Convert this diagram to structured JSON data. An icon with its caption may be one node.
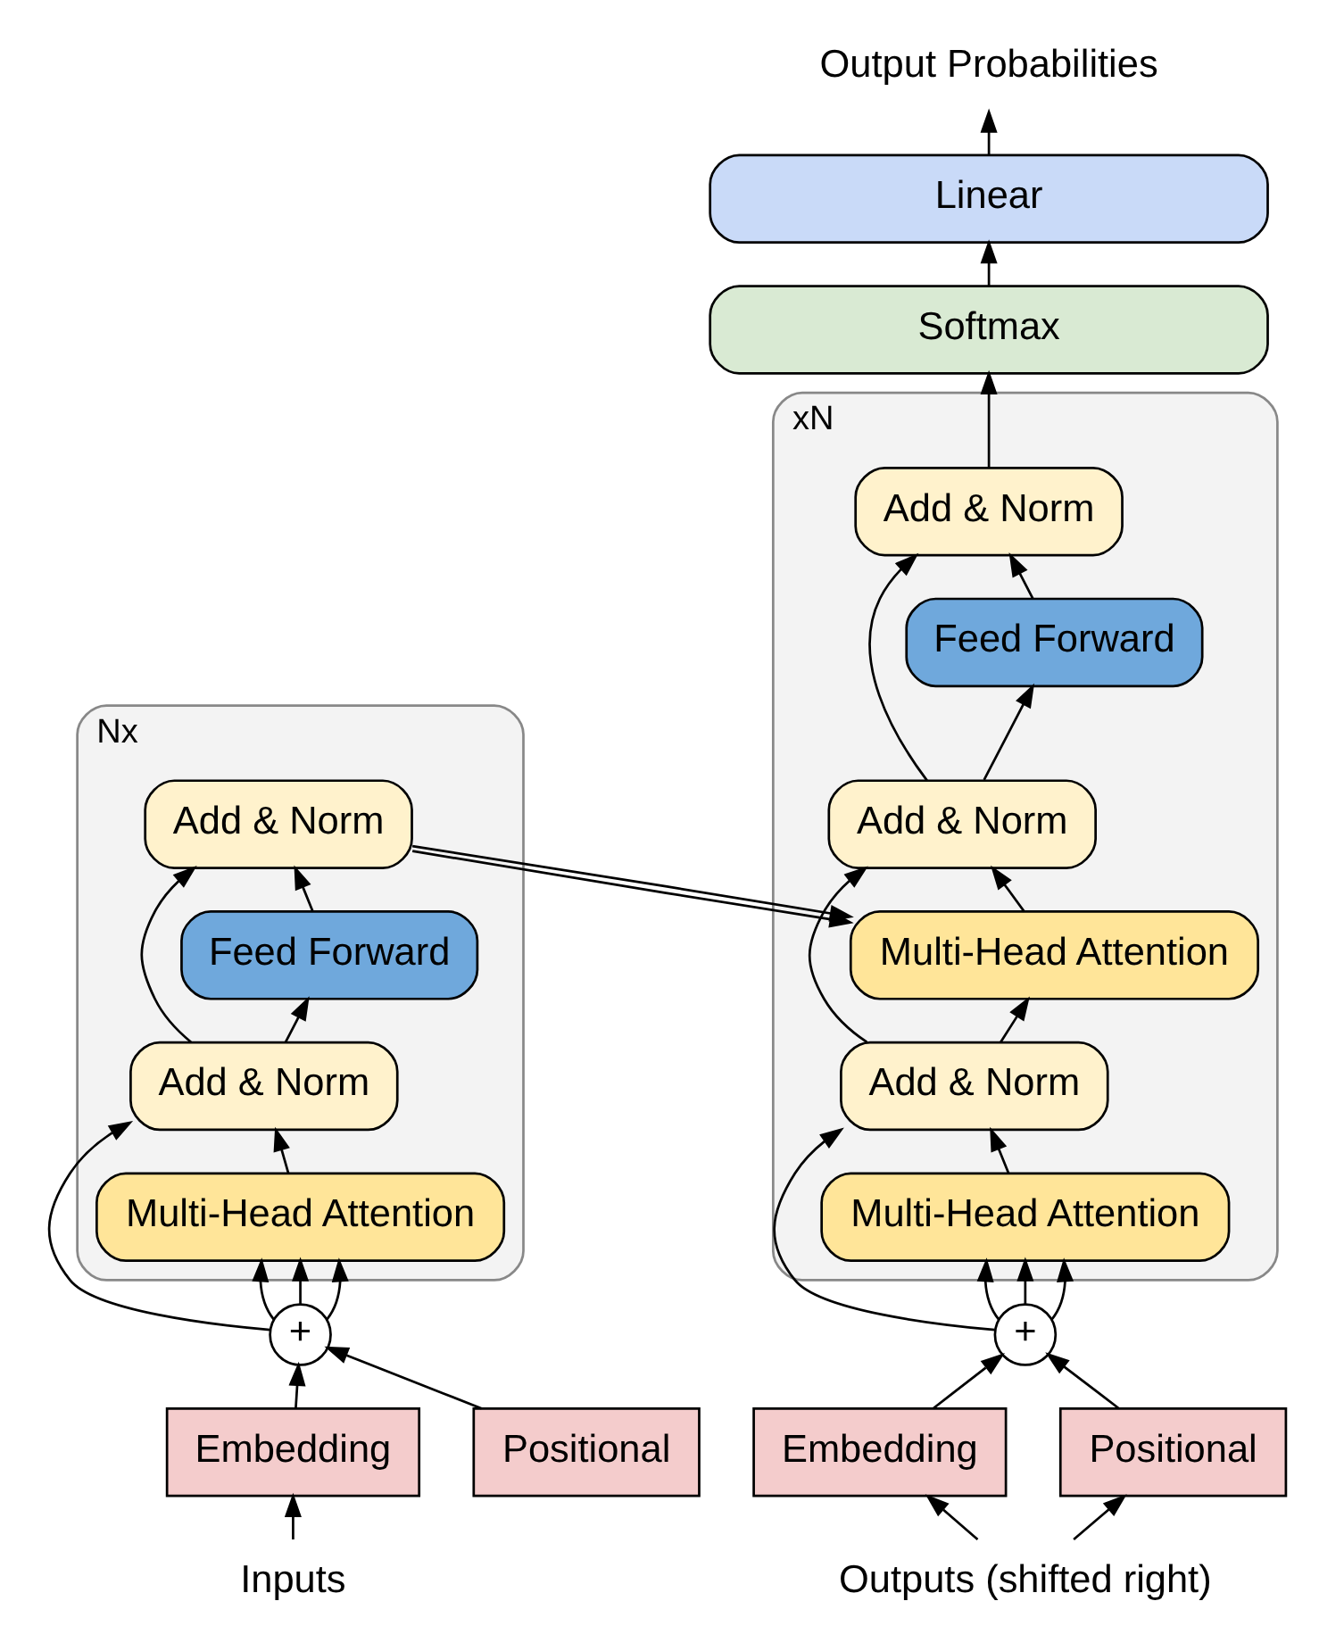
{
  "diagram": {
    "nodes": [
      {
        "text": [],
        "shape": "box",
        "beside": [
          "Nx"
        ]
      },
      {
        "text": [
          "Add & Norm"
        ],
        "in": 0
      },
      {
        "text": [
          "Feed Forward"
        ],
        "in": 0
      },
      {
        "text": [
          "Add & Norm"
        ],
        "in": 0
      },
      {
        "text": [
          "Multi-Head Attention"
        ],
        "in": 0
      },
      {
        "text": [
          "+"
        ]
      },
      {
        "text": [
          "Embedding"
        ]
      },
      {
        "text": [
          "Positional"
        ]
      },
      {
        "text": [
          "Inputs"
        ]
      },
      {
        "text": [
          "Output Probabilities"
        ]
      },
      {
        "text": [
          "Linear"
        ]
      },
      {
        "text": [
          "Softmax"
        ]
      },
      {
        "text": [],
        "shape": "box",
        "beside": [
          "xN"
        ]
      },
      {
        "text": [
          "Add & Norm"
        ],
        "in": 12
      },
      {
        "text": [
          "Feed Forward"
        ],
        "in": 12
      },
      {
        "text": [
          "Add & Norm"
        ],
        "in": 12
      },
      {
        "text": [
          "Multi-Head Attention"
        ],
        "in": 12
      },
      {
        "text": [
          "Add & Norm"
        ],
        "in": 12
      },
      {
        "text": [
          "Multi-Head Attention"
        ],
        "in": 12
      },
      {
        "text": [
          "+"
        ]
      },
      {
        "text": [
          "Embedding"
        ]
      },
      {
        "text": [
          "Positional"
        ]
      },
      {
        "text": [
          "Outputs (shifted right)"
        ]
      }
    ],
    "edges": [
      {
        "from": 8,
        "to": 6,
        "arrow": "to"
      },
      {
        "from": 6,
        "to": 5,
        "arrow": "to"
      },
      {
        "from": 7,
        "to": 5,
        "arrow": "to"
      },
      {
        "from": 5,
        "to": 4,
        "arrow": "to"
      },
      {
        "from": 5,
        "to": 4,
        "arrow": "to"
      },
      {
        "from": 5,
        "to": 4,
        "arrow": "to"
      },
      {
        "from": 5,
        "to": 3,
        "arrow": "to"
      },
      {
        "from": 4,
        "to": 3,
        "arrow": "to"
      },
      {
        "from": 3,
        "to": 2,
        "arrow": "to"
      },
      {
        "from": 3,
        "to": 1,
        "arrow": "to"
      },
      {
        "from": 2,
        "to": 1,
        "arrow": "to"
      },
      {
        "from": 1,
        "to": 16,
        "arrow": "to"
      },
      {
        "from": 1,
        "to": 16,
        "arrow": "to"
      },
      {
        "from": 22,
        "to": 20,
        "arrow": "to"
      },
      {
        "from": 22,
        "to": 21,
        "arrow": "to"
      },
      {
        "from": 20,
        "to": 19,
        "arrow": "to"
      },
      {
        "from": 21,
        "to": 19,
        "arrow": "to"
      },
      {
        "from": 19,
        "to": 18,
        "arrow": "to"
      },
      {
        "from": 19,
        "to": 18,
        "arrow": "to"
      },
      {
        "from": 19,
        "to": 18,
        "arrow": "to"
      },
      {
        "from": 19,
        "to": 17,
        "arrow": "to"
      },
      {
        "from": 18,
        "to": 17,
        "arrow": "to"
      },
      {
        "from": 17,
        "to": 16,
        "arrow": "to"
      },
      {
        "from": 17,
        "to": 15,
        "arrow": "to"
      },
      {
        "from": 16,
        "to": 15,
        "arrow": "to"
      },
      {
        "from": 15,
        "to": 14,
        "arrow": "to"
      },
      {
        "from": 15,
        "to": 13,
        "arrow": "to"
      },
      {
        "from": 14,
        "to": 13,
        "arrow": "to"
      },
      {
        "from": 13,
        "to": 11,
        "arrow": "to"
      },
      {
        "from": 11,
        "to": 10,
        "arrow": "to"
      },
      {
        "from": 10,
        "to": 9,
        "arrow": "to"
      }
    ]
  }
}
